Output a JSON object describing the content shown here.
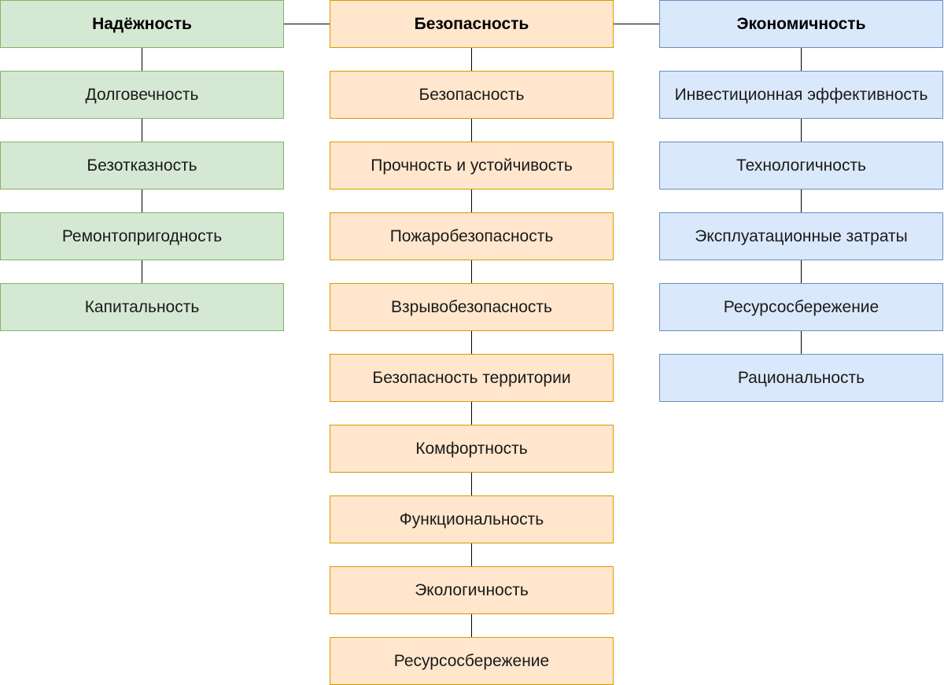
{
  "columns": [
    {
      "title": "Надёжность",
      "color": "green",
      "items": [
        "Долговечность",
        "Безотказность",
        "Ремонтопригодность",
        "Капитальность"
      ]
    },
    {
      "title": "Безопасность",
      "color": "orange",
      "items": [
        "Безопасность",
        "Прочность и устойчивость",
        "Пожаробезопасность",
        "Взрывобезопасность",
        "Безопасность территории",
        "Комфортность",
        "Функциональность",
        "Экологичность",
        "Ресурсосбережение"
      ]
    },
    {
      "title": "Экономичность",
      "color": "blue",
      "items": [
        "Инвестиционная эффективность",
        "Технологичность",
        "Эксплуатационные затраты",
        "Ресурсосбережение",
        "Рациональность"
      ]
    }
  ],
  "colors": {
    "green_fill": "#d5e8d4",
    "green_stroke": "#82b366",
    "orange_fill": "#ffe6cc",
    "orange_stroke": "#d79b00",
    "blue_fill": "#dae8fc",
    "blue_stroke": "#6c8ebf"
  }
}
